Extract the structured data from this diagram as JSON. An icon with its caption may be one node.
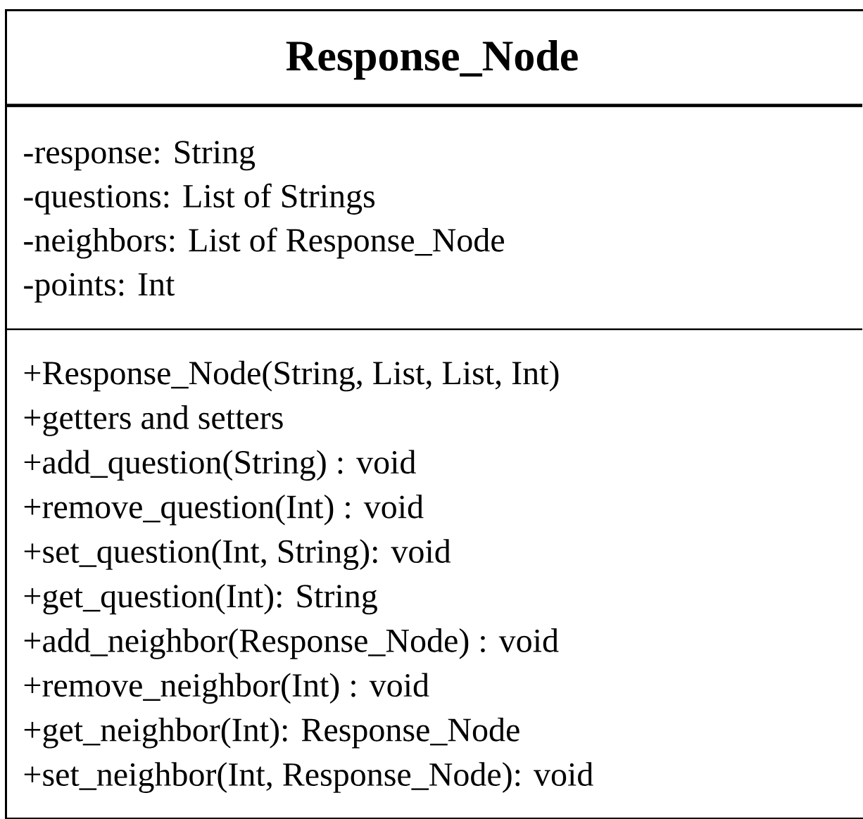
{
  "diagram": {
    "nodes": [
      {
        "text": [
          "Response_Node",
          "-response: String",
          "-questions: List of Strings",
          "-neighbors: List of Response_Node",
          "-points: Int",
          "+Response_Node(String, List, List, Int)",
          "+getters and setters",
          "+add_question(String) : void",
          "+remove_question(Int) : void",
          "+set_question(Int, String): void",
          "+get_question(Int): String",
          "+add_neighbor(Response_Node) : void",
          "+remove_neighbor(Int) : void",
          "+get_neighbor(Int): Response_Node",
          "+set_neighbor(Int, Response_Node): void"
        ]
      }
    ]
  }
}
